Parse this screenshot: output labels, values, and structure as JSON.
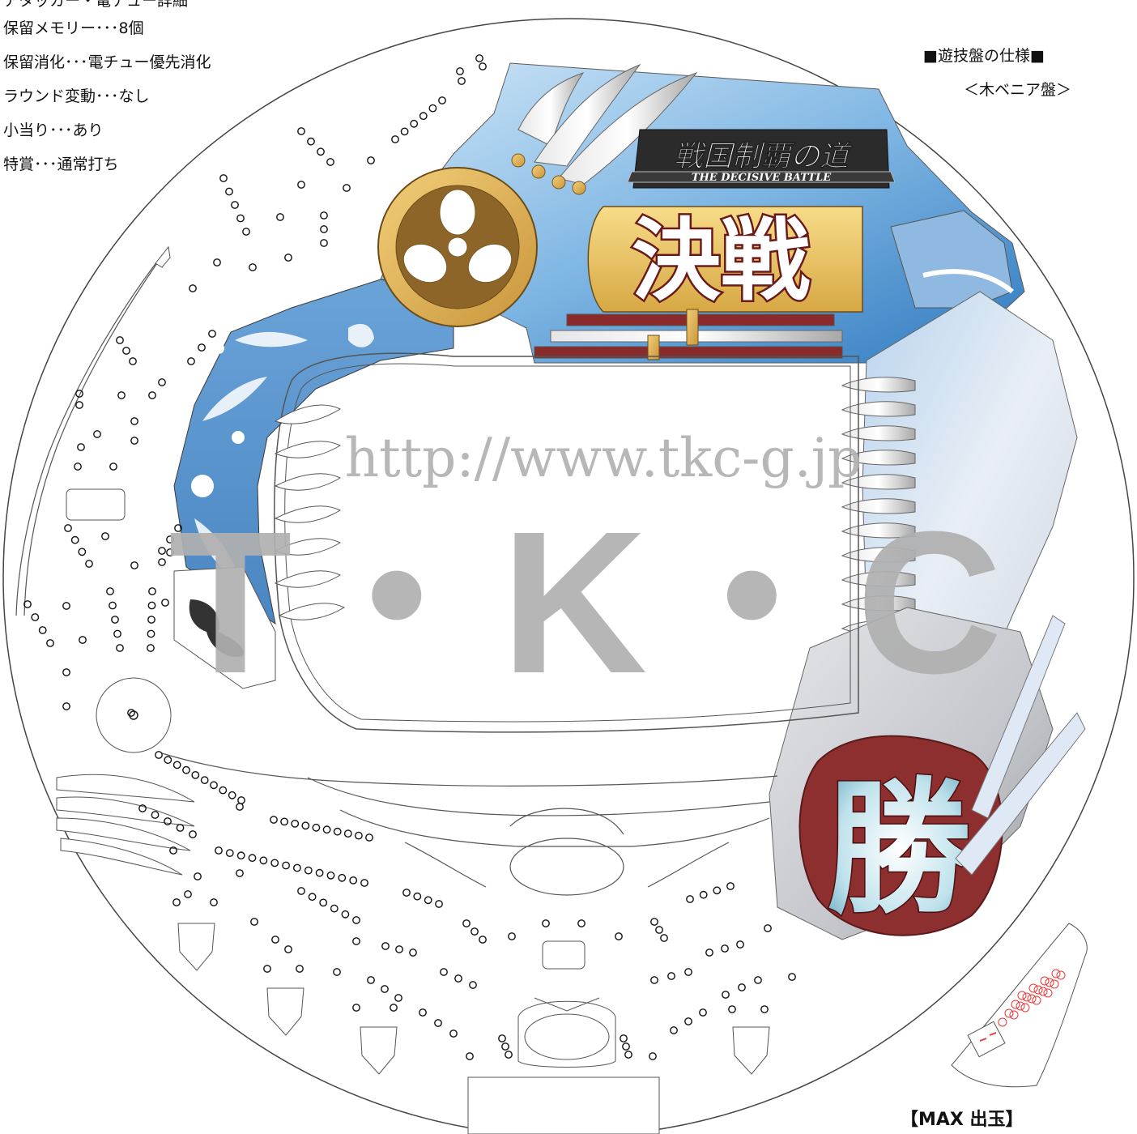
{
  "specs": {
    "cut_line": "アタッカー・電チュー詳細",
    "lines": [
      "保留メモリー･･･8個",
      "保留消化･･･電チュー優先消化",
      "ラウンド変動･･･なし",
      "小当り･･･あり",
      "特賞･･･通常打ち"
    ]
  },
  "board_spec": {
    "title": "■遊技盤の仕様■",
    "subtitle": "＜木ベニア盤＞"
  },
  "machine": {
    "logo_main": "戦国制覇の道",
    "logo_sub": "THE DECISIVE BATTLE",
    "banner": "決戦",
    "win_glyph": "勝"
  },
  "watermark": {
    "url": "http://www.tkc-g.jp",
    "logo": "T・K・C"
  },
  "max_label": "【MAX 出玉】",
  "colors": {
    "blue": "#5b95cc",
    "light_blue": "#a9d0ee",
    "gold": "#e9c66a",
    "maroon": "#8e2f2f",
    "gray_watermark": "#b0b0b0",
    "led_red": "#e23a3a"
  }
}
